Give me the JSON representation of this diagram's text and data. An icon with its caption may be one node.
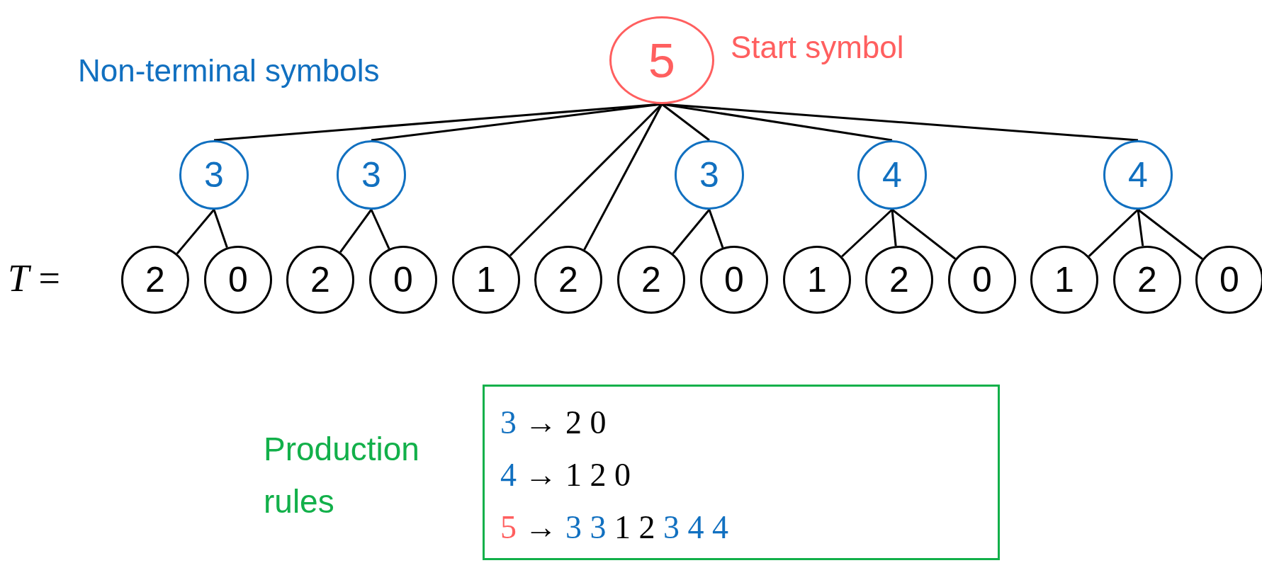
{
  "diagram": {
    "nodes": [
      {
        "text": [
          "5"
        ],
        "beside": [
          "Start symbol"
        ]
      },
      {
        "text": [
          "3"
        ]
      },
      {
        "text": [
          "3"
        ]
      },
      {
        "text": [
          "3"
        ]
      },
      {
        "text": [
          "4"
        ]
      },
      {
        "text": [
          "4"
        ]
      },
      {
        "text": [
          "2"
        ]
      },
      {
        "text": [
          "0"
        ]
      },
      {
        "text": [
          "2"
        ]
      },
      {
        "text": [
          "0"
        ]
      },
      {
        "text": [
          "1"
        ]
      },
      {
        "text": [
          "2"
        ]
      },
      {
        "text": [
          "2"
        ]
      },
      {
        "text": [
          "0"
        ]
      },
      {
        "text": [
          "1"
        ]
      },
      {
        "text": [
          "2"
        ]
      },
      {
        "text": [
          "0"
        ]
      },
      {
        "text": [
          "1"
        ]
      },
      {
        "text": [
          "2"
        ]
      },
      {
        "text": [
          "0"
        ]
      },
      {
        "text": [
          "3 → 2 0",
          "4 → 1 2 0",
          "5 → 3 3 1 2 3 4 4"
        ]
      }
    ],
    "edges": [
      {
        "from": 0,
        "to": 1,
        "arrow": "none"
      },
      {
        "from": 0,
        "to": 2,
        "arrow": "none"
      },
      {
        "from": 0,
        "to": 10,
        "arrow": "none"
      },
      {
        "from": 0,
        "to": 11,
        "arrow": "none"
      },
      {
        "from": 0,
        "to": 3,
        "arrow": "none"
      },
      {
        "from": 0,
        "to": 4,
        "arrow": "none"
      },
      {
        "from": 0,
        "to": 5,
        "arrow": "none"
      },
      {
        "from": 1,
        "to": 6,
        "arrow": "none"
      },
      {
        "from": 1,
        "to": 7,
        "arrow": "none"
      },
      {
        "from": 2,
        "to": 8,
        "arrow": "none"
      },
      {
        "from": 2,
        "to": 9,
        "arrow": "none"
      },
      {
        "from": 3,
        "to": 12,
        "arrow": "none"
      },
      {
        "from": 3,
        "to": 13,
        "arrow": "none"
      },
      {
        "from": 4,
        "to": 14,
        "arrow": "none"
      },
      {
        "from": 4,
        "to": 15,
        "arrow": "none"
      },
      {
        "from": 4,
        "to": 16,
        "arrow": "none"
      },
      {
        "from": 5,
        "to": 17,
        "arrow": "none"
      },
      {
        "from": 5,
        "to": 18,
        "arrow": "none"
      },
      {
        "from": 5,
        "to": 19,
        "arrow": "none"
      }
    ],
    "labels": [
      "Non-terminal symbols",
      "*T* =",
      "Production rules"
    ]
  }
}
